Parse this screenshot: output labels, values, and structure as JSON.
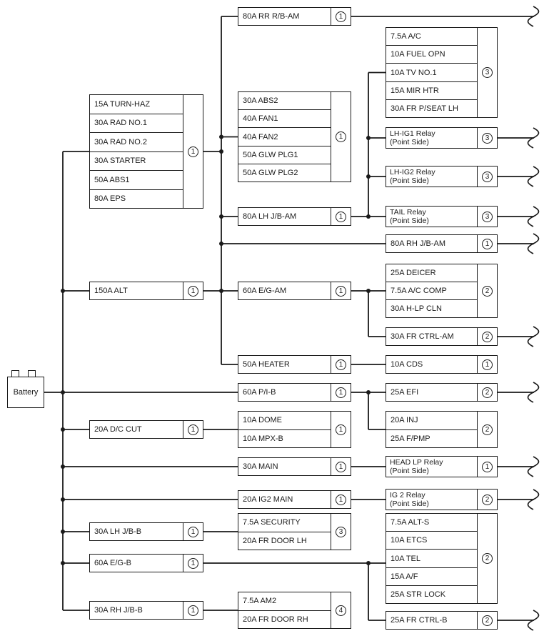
{
  "battery": {
    "label": "Battery"
  },
  "colors": {
    "line": "#1a1a1a",
    "background": "#ffffff"
  },
  "boxes": {
    "main_fl": {
      "rows": [
        "15A TURN-HAZ",
        "30A RAD NO.1",
        "30A RAD NO.2",
        "30A STARTER",
        "50A ABS1",
        "80A EPS"
      ],
      "badge": "1"
    },
    "alt": {
      "rows": [
        "150A ALT"
      ],
      "badge": "1"
    },
    "dc_cut": {
      "rows": [
        "20A D/C CUT"
      ],
      "badge": "1"
    },
    "lh_jbb": {
      "rows": [
        "30A LH J/B-B"
      ],
      "badge": "1"
    },
    "eg_b": {
      "rows": [
        "60A E/G-B"
      ],
      "badge": "1"
    },
    "rh_jbb": {
      "rows": [
        "30A RH J/B-B"
      ],
      "badge": "1"
    },
    "rr_rb_am": {
      "rows": [
        "80A RR R/B-AM"
      ],
      "badge": "1"
    },
    "abs_group": {
      "rows": [
        "30A ABS2",
        "40A FAN1",
        "40A FAN2",
        "50A GLW PLG1",
        "50A GLW PLG2"
      ],
      "badge": "1"
    },
    "lh_jb_am": {
      "rows": [
        "80A LH J/B-AM"
      ],
      "badge": "1"
    },
    "eg_am": {
      "rows": [
        "60A E/G-AM"
      ],
      "badge": "1"
    },
    "heater": {
      "rows": [
        "50A HEATER"
      ],
      "badge": "1"
    },
    "pi_b": {
      "rows": [
        "60A P/I-B"
      ],
      "badge": "1"
    },
    "dome_group": {
      "rows": [
        "10A DOME",
        "10A MPX-B"
      ],
      "badge": "1"
    },
    "main": {
      "rows": [
        "30A MAIN"
      ],
      "badge": "1"
    },
    "ig2_main": {
      "rows": [
        "20A IG2 MAIN"
      ],
      "badge": "1"
    },
    "security_group": {
      "rows": [
        "7.5A SECURITY",
        "20A FR DOOR LH"
      ],
      "badge": "3"
    },
    "am2_group": {
      "rows": [
        "7.5A AM2",
        "20A FR DOOR RH"
      ],
      "badge": "4"
    },
    "ac_group": {
      "rows": [
        "7.5A A/C",
        "10A FUEL OPN",
        "10A TV NO.1",
        "15A MIR HTR",
        "30A FR P/SEAT LH"
      ],
      "badge": "3"
    },
    "lh_ig1_relay": {
      "line1": "LH-IG1 Relay",
      "line2": "(Point Side)",
      "badge": "3"
    },
    "lh_ig2_relay": {
      "line1": "LH-IG2 Relay",
      "line2": "(Point Side)",
      "badge": "3"
    },
    "tail_relay": {
      "line1": "TAIL Relay",
      "line2": "(Point Side)",
      "badge": "3"
    },
    "rh_jb_am": {
      "rows": [
        "80A RH J/B-AM"
      ],
      "badge": "1"
    },
    "deicer_group": {
      "rows": [
        "25A DEICER",
        "7.5A A/C COMP",
        "30A H-LP CLN"
      ],
      "badge": "2"
    },
    "fr_ctrl_am": {
      "rows": [
        "30A FR CTRL-AM"
      ],
      "badge": "2"
    },
    "cds": {
      "rows": [
        "10A CDS"
      ],
      "badge": "1"
    },
    "efi": {
      "rows": [
        "25A EFI"
      ],
      "badge": "2"
    },
    "inj_group": {
      "rows": [
        "20A INJ",
        "25A F/PMP"
      ],
      "badge": "2"
    },
    "head_lp_relay": {
      "line1": "HEAD LP Relay",
      "line2": "(Point Side)",
      "badge": "1"
    },
    "ig2_relay": {
      "line1": "IG 2 Relay",
      "line2": "(Point Side)",
      "badge": "2"
    },
    "alts_group": {
      "rows": [
        "7.5A ALT-S",
        "10A ETCS",
        "10A TEL",
        "15A A/F",
        "25A STR LOCK"
      ],
      "badge": "2"
    },
    "fr_ctrl_b": {
      "rows": [
        "25A FR CTRL-B"
      ],
      "badge": "2"
    }
  }
}
